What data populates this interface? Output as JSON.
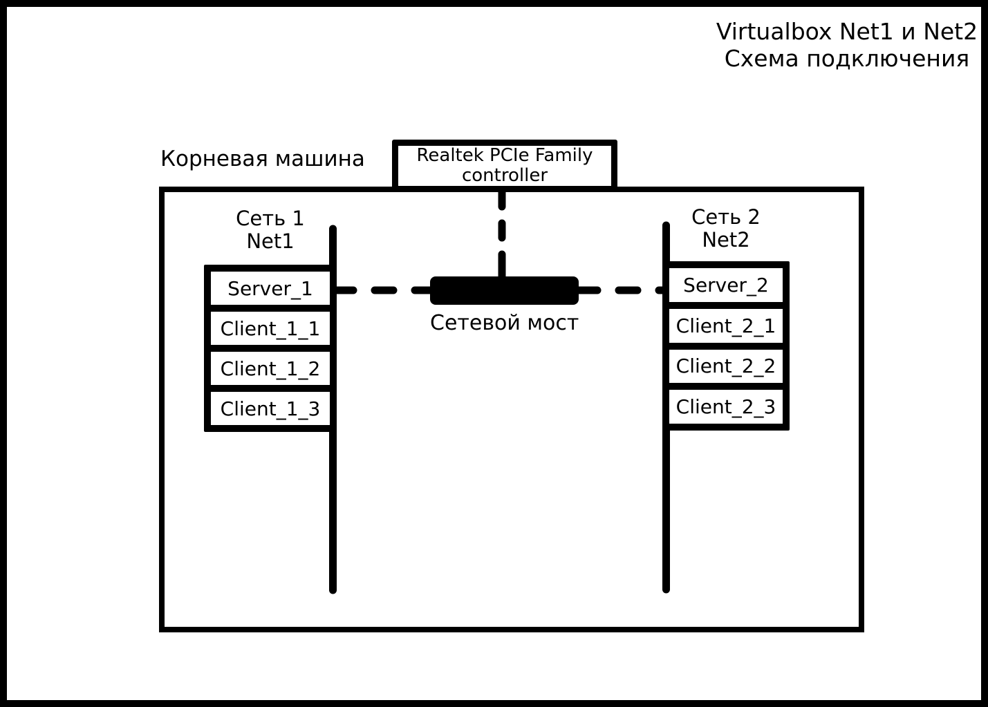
{
  "title": {
    "line1": "Virtualbox Net1 и Net2",
    "line2": "Схема подключения"
  },
  "root_machine_label": "Корневая машина",
  "controller": {
    "line1": "Realtek PCIe Family",
    "line2": "controller"
  },
  "bridge_label": "Сетевой мост",
  "net1": {
    "label_line1": "Сеть 1",
    "label_line2": "Net1",
    "nodes": [
      "Server_1",
      "Client_1_1",
      "Client_1_2",
      "Client_1_3"
    ]
  },
  "net2": {
    "label_line1": "Сеть 2",
    "label_line2": "Net2",
    "nodes": [
      "Server_2",
      "Client_2_1",
      "Client_2_2",
      "Client_2_3"
    ]
  },
  "colors": {
    "ink": "#000000",
    "background": "#ffffff"
  }
}
